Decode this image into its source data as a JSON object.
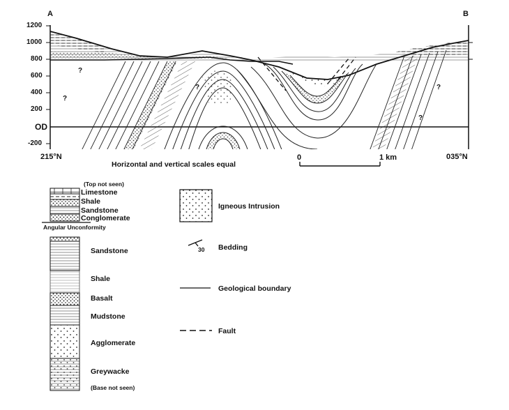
{
  "section": {
    "end_a": "A",
    "end_b": "B",
    "bearing_left": "215°N",
    "bearing_right": "035°N",
    "scale_note": "Horizontal and vertical scales equal",
    "scale_bar": {
      "start_label": "0",
      "end_label": "1 km"
    },
    "elevation_labels": [
      "1200",
      "1000",
      "800",
      "600",
      "400",
      "200",
      "OD",
      "-200"
    ],
    "unknown_marks": [
      "?",
      "?",
      "?",
      "?",
      "?"
    ]
  },
  "upper_column": {
    "top_note": "(Top not seen)",
    "beds": [
      "Limestone",
      "Shale",
      "Sandstone",
      "Conglomerate"
    ],
    "unconformity_label": "Angular Unconformity"
  },
  "lower_column": {
    "beds": [
      "Sandstone",
      "Shale",
      "Basalt",
      "Mudstone",
      "Agglomerate",
      "Greywacke"
    ],
    "base_note": "(Base not seen)"
  },
  "key": {
    "igneous": "Igneous Intrusion",
    "bedding": "Bedding",
    "bedding_dip": "30",
    "boundary": "Geological boundary",
    "fault": "Fault"
  }
}
